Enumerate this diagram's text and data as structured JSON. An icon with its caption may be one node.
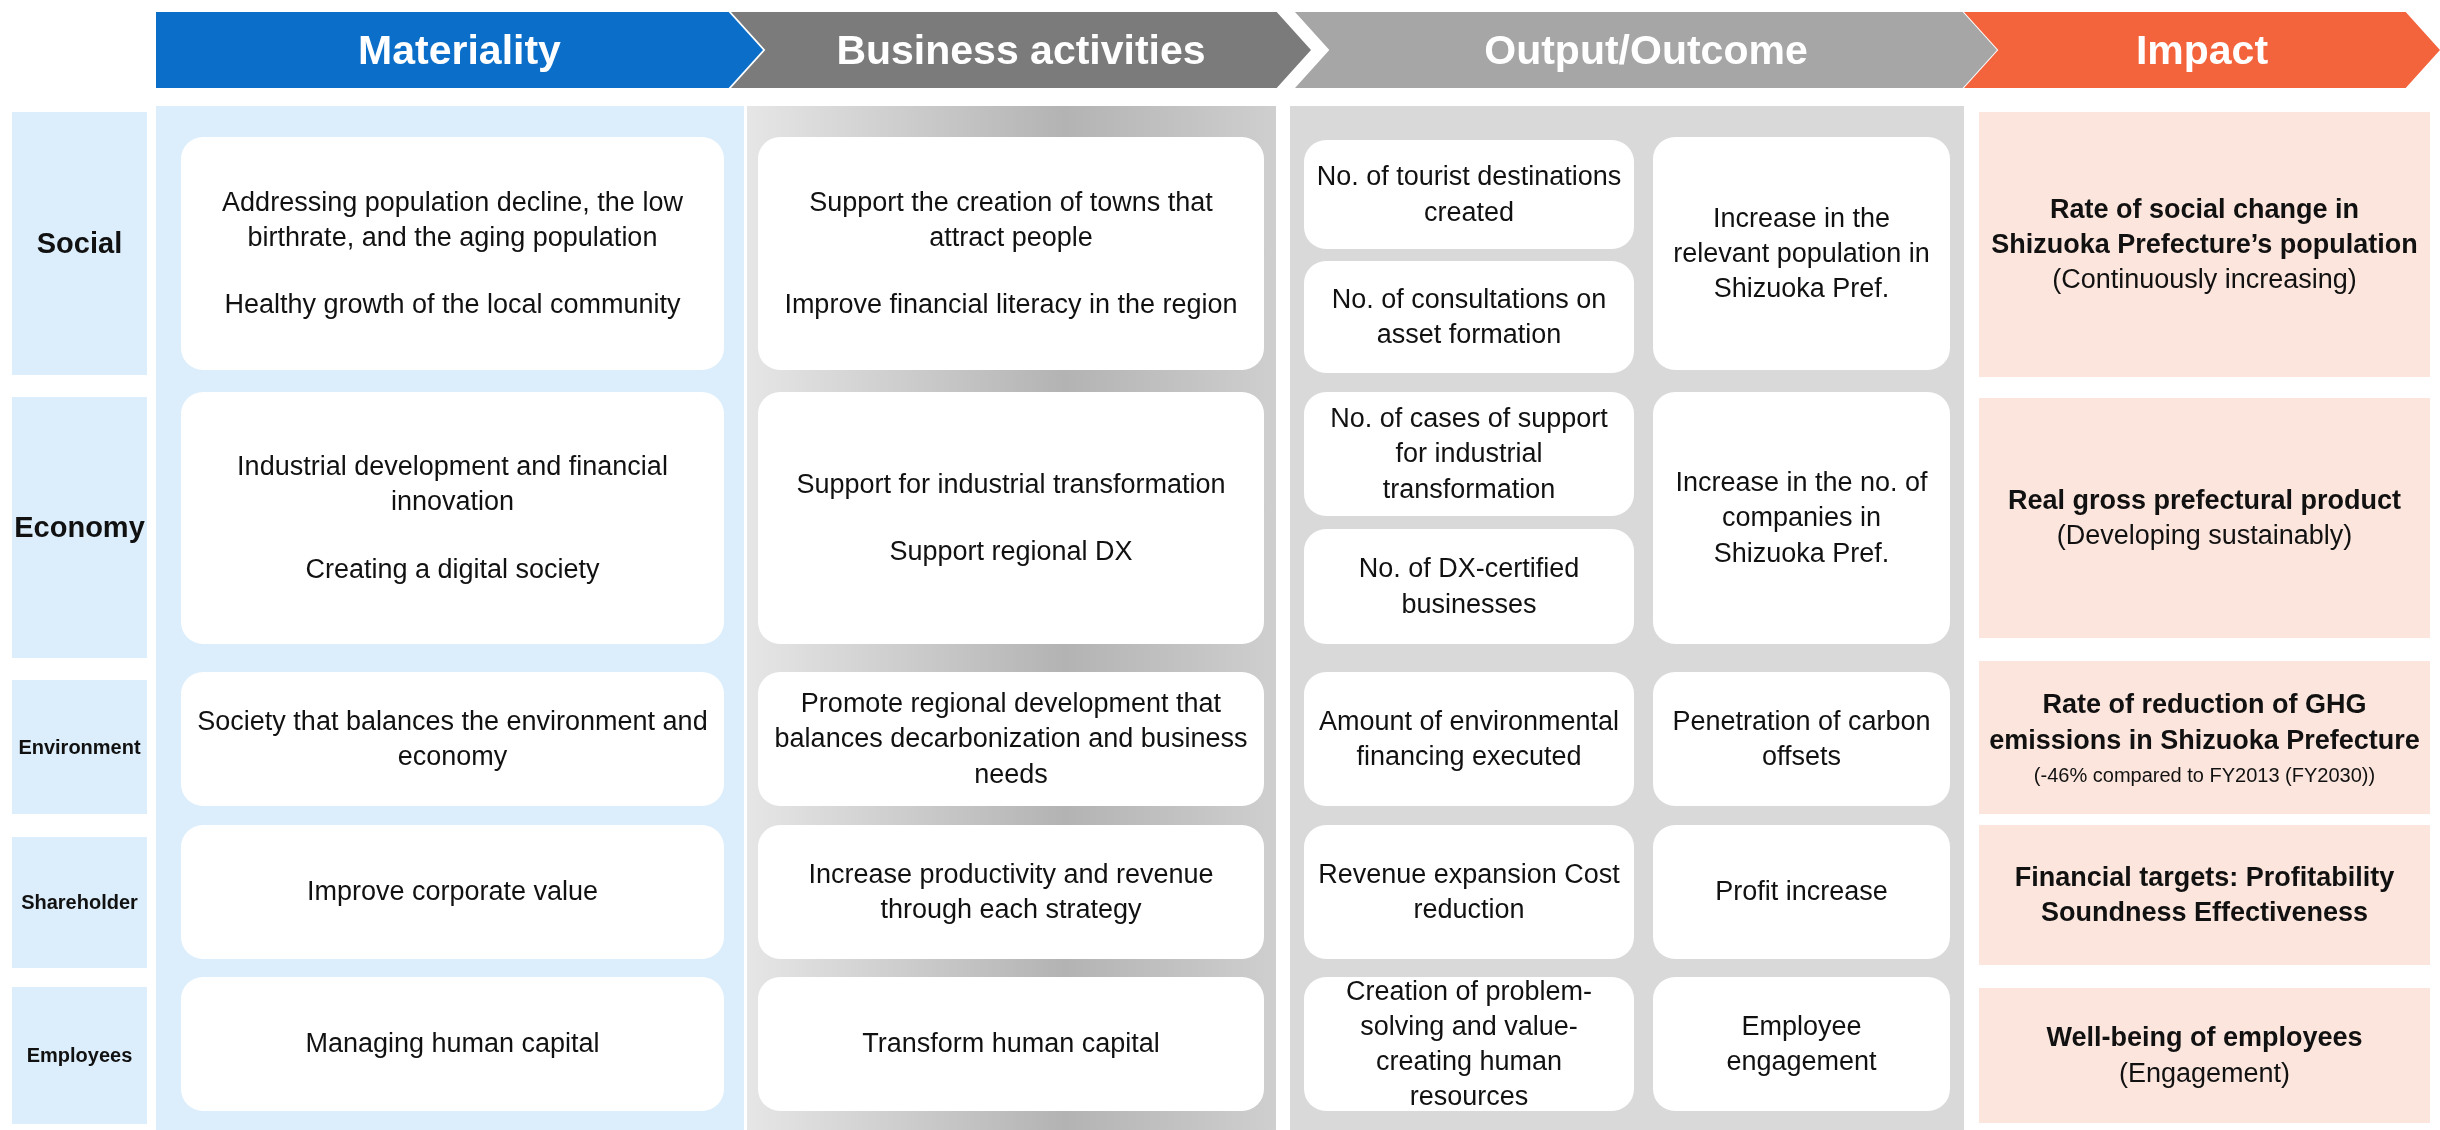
{
  "diagram": {
    "nodes": [
      {
        "text": [
          "Materiality"
        ]
      },
      {
        "text": [
          "Business activities"
        ]
      },
      {
        "text": [
          "Output/Outcome"
        ]
      },
      {
        "text": [
          "Impact"
        ]
      },
      {
        "text": [
          "Social"
        ]
      },
      {
        "text": [
          "Addressing population decline, the low birthrate, and the aging population",
          "Healthy growth of the local community"
        ]
      },
      {
        "text": [
          "Support the creation of towns that attract people",
          "Improve financial literacy in the region"
        ]
      },
      {
        "text": [
          "No. of tourist destinations created"
        ]
      },
      {
        "text": [
          "Increase in the relevant population in Shizuoka Pref."
        ]
      },
      {
        "text": [
          "No. of consultations on asset formation"
        ]
      },
      {
        "text": [
          "Rate of social change in Shizuoka Prefecture’s population",
          "(Continuously increasing)"
        ]
      },
      {
        "text": [
          "Economy"
        ]
      },
      {
        "text": [
          "Industrial development and financial innovation",
          "Creating a digital society"
        ]
      },
      {
        "text": [
          "Support for industrial transformation",
          "Support regional DX"
        ]
      },
      {
        "text": [
          "No. of cases of support for industrial transformation"
        ]
      },
      {
        "text": [
          "Increase in the no. of companies in Shizuoka Pref."
        ]
      },
      {
        "text": [
          "No. of DX-certified businesses"
        ]
      },
      {
        "text": [
          "Real gross prefectural product",
          "(Developing sustainably)"
        ]
      },
      {
        "text": [
          "Environment"
        ]
      },
      {
        "text": [
          "Society that balances the environment and economy"
        ]
      },
      {
        "text": [
          "Promote regional development that balances decarbonization and business needs"
        ]
      },
      {
        "text": [
          "Amount of environmental financing executed"
        ]
      },
      {
        "text": [
          "Penetration of carbon offsets"
        ]
      },
      {
        "text": [
          "Rate of reduction of GHG emissions in Shizuoka Prefecture",
          "(-46% compared to FY2013 (FY2030))"
        ]
      },
      {
        "text": [
          "Shareholder"
        ]
      },
      {
        "text": [
          "Improve corporate value"
        ]
      },
      {
        "text": [
          "Increase productivity and revenue through each strategy"
        ]
      },
      {
        "text": [
          "Revenue expansion Cost reduction"
        ]
      },
      {
        "text": [
          "Profit increase"
        ]
      },
      {
        "text": [
          "Financial targets: Profitability  Soundness Effectiveness"
        ]
      },
      {
        "text": [
          "Employees"
        ]
      },
      {
        "text": [
          "Managing human capital"
        ]
      },
      {
        "text": [
          "Transform human capital"
        ]
      },
      {
        "text": [
          "Creation of problem-solving and value-creating human resources"
        ]
      },
      {
        "text": [
          "Employee engagement"
        ]
      },
      {
        "text": [
          "Well-being of employees",
          "(Engagement)"
        ]
      }
    ]
  }
}
